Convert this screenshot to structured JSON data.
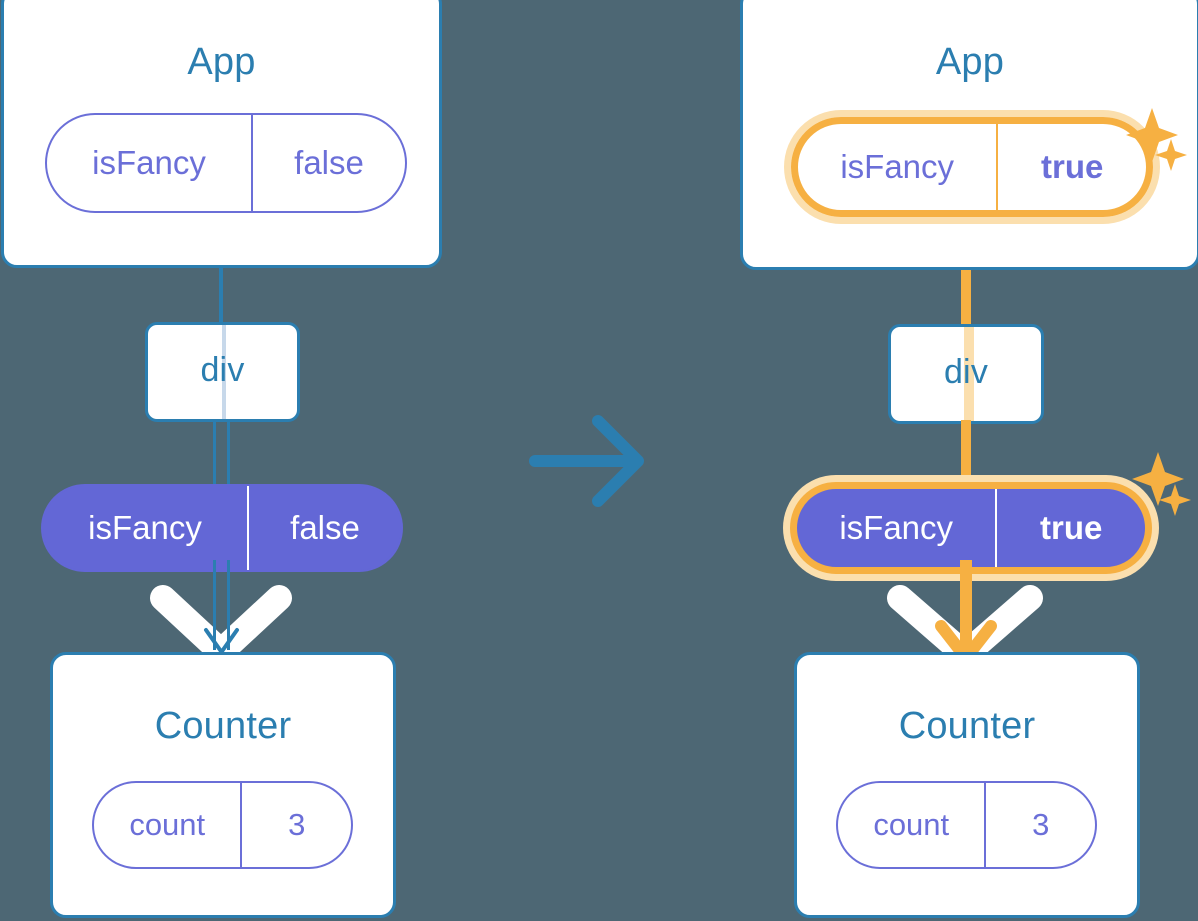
{
  "meta": {
    "kind": "react-state-propagation-diagram",
    "panels": 2
  },
  "colors": {
    "background": "#4d6774",
    "card_border": "#2b7eb0",
    "title": "#2b7eb0",
    "prop_purple": "#6367d6",
    "pill_outline": "#6b6fd8",
    "highlight": "#f6b042",
    "highlight_glow": "#fbdfae",
    "white": "#ffffff"
  },
  "left_panel": {
    "app": {
      "title": "App",
      "state_pill": {
        "key": "isFancy",
        "value": "false",
        "highlighted": false,
        "style": "outline"
      }
    },
    "div": {
      "label": "div"
    },
    "prop": {
      "key": "isFancy",
      "value": "false",
      "highlighted": false,
      "style": "solid"
    },
    "counter": {
      "title": "Counter",
      "state_pill": {
        "key": "count",
        "value": "3",
        "highlighted": false,
        "style": "outline"
      }
    }
  },
  "transition": {
    "icon": "arrow-right-icon",
    "direction": "right"
  },
  "right_panel": {
    "app": {
      "title": "App",
      "state_pill": {
        "key": "isFancy",
        "value": "true",
        "highlighted": true,
        "style": "outline",
        "sparkle": true
      }
    },
    "div": {
      "label": "div"
    },
    "prop": {
      "key": "isFancy",
      "value": "true",
      "highlighted": true,
      "style": "solid",
      "sparkle": true
    },
    "counter": {
      "title": "Counter",
      "state_pill": {
        "key": "count",
        "value": "3",
        "highlighted": false,
        "style": "outline"
      }
    }
  }
}
